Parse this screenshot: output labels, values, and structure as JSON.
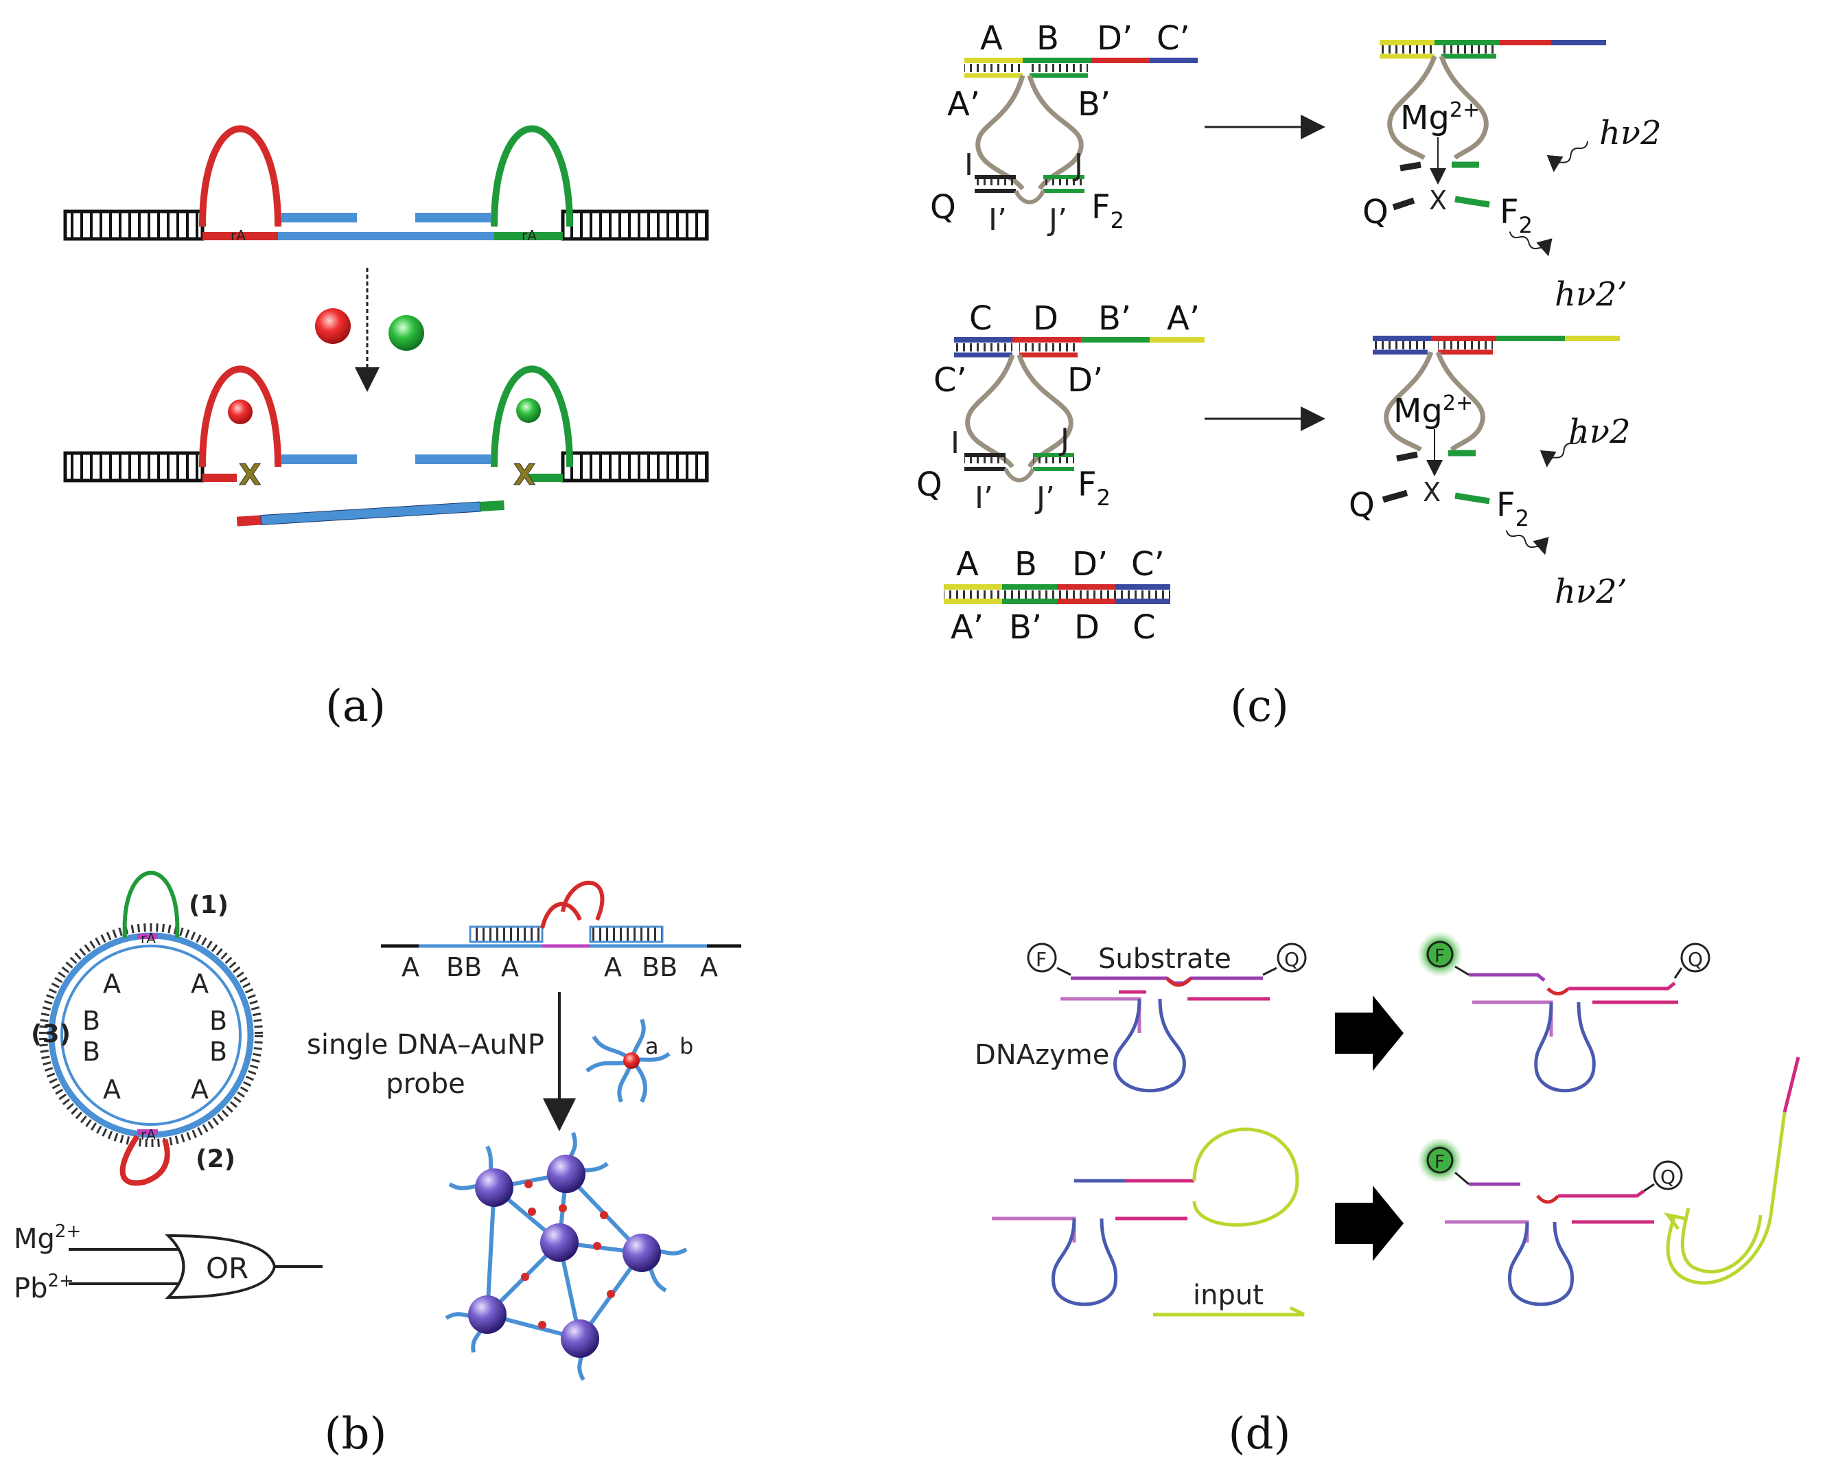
{
  "panels": {
    "a": {
      "label": "(a)",
      "ra1": "rA",
      "ra2": "rA",
      "cleave1": "X",
      "cleave2": "X"
    },
    "b": {
      "label": "(b)",
      "marker1": "(1)",
      "marker2": "(2)",
      "marker3": "(3)",
      "ring_ra_top": "rA",
      "ring_ra_bottom": "rA",
      "ring_A1": "A",
      "ring_A2": "A",
      "ring_A3": "A",
      "ring_A4": "A",
      "ring_B1": "B",
      "ring_B2": "B",
      "ring_B3": "B",
      "ring_B4": "B",
      "seq_A1": "A",
      "seq_BB1": "BB",
      "seq_A2": "A",
      "seq_A3": "A",
      "seq_BB2": "BB",
      "seq_A4": "A",
      "probe_line1": "single DNA–AuNP",
      "probe_line2": "probe",
      "probe_a": "a",
      "probe_b": "b",
      "gate": "OR",
      "input1_base": "Mg",
      "input1_sup": "2+",
      "input2_base": "Pb",
      "input2_sup": "2+"
    },
    "c": {
      "label": "(c)",
      "top_A": "A",
      "top_B": "B",
      "top_Dp": "D’",
      "top_Cp": "C’",
      "top_Ap": "A’",
      "top_Bp": "B’",
      "top_I": "I",
      "top_J": "J",
      "top_Q": "Q",
      "top_Ip": "I’",
      "top_Jp": "J’",
      "top_F": "F",
      "top_F_sub": "2",
      "top_mg": "Mg",
      "top_mg_sup": "2+",
      "top_x": "X",
      "top_q2": "Q",
      "top_f2": "F",
      "top_f2_sub": "2",
      "top_hv_in": "hν2",
      "top_hv_out": "hν2’",
      "mid_C": "C",
      "mid_D": "D",
      "mid_Bp": "B’",
      "mid_Ap": "A’",
      "mid_Cp": "C’",
      "mid_Dp": "D’",
      "mid_I": "I",
      "mid_J": "J",
      "mid_Q": "Q",
      "mid_Ip": "I’",
      "mid_Jp": "J’",
      "mid_F": "F",
      "mid_F_sub": "2",
      "mid_mg": "Mg",
      "mid_mg_sup": "2+",
      "mid_x": "X",
      "mid_q2": "Q",
      "mid_f2": "F",
      "mid_f2_sub": "2",
      "mid_hv_in": "hν2",
      "mid_hv_out": "hν2’",
      "bot_A": "A",
      "bot_B": "B",
      "bot_Dp": "D’",
      "bot_Cp": "C’",
      "bot_Ap": "A’",
      "bot_Bp": "B’",
      "bot_D": "D",
      "bot_C": "C"
    },
    "d": {
      "label": "(d)",
      "substrate": "Substrate",
      "dnazyme": "DNAzyme",
      "input": "input",
      "f1": "F",
      "q1": "Q",
      "f2": "F",
      "q2": "Q",
      "f3": "F",
      "q3": "Q"
    }
  },
  "colors": {
    "red": "#d42a2a",
    "green": "#1f9a3a",
    "blue": "#4a90d4",
    "black": "#111111",
    "yellow": "#d8d830",
    "gray": "#9a9080",
    "purple": "#9a40b0",
    "magenta": "#d02a80",
    "navy": "#3a4aa0",
    "lime": "#b8d830"
  }
}
